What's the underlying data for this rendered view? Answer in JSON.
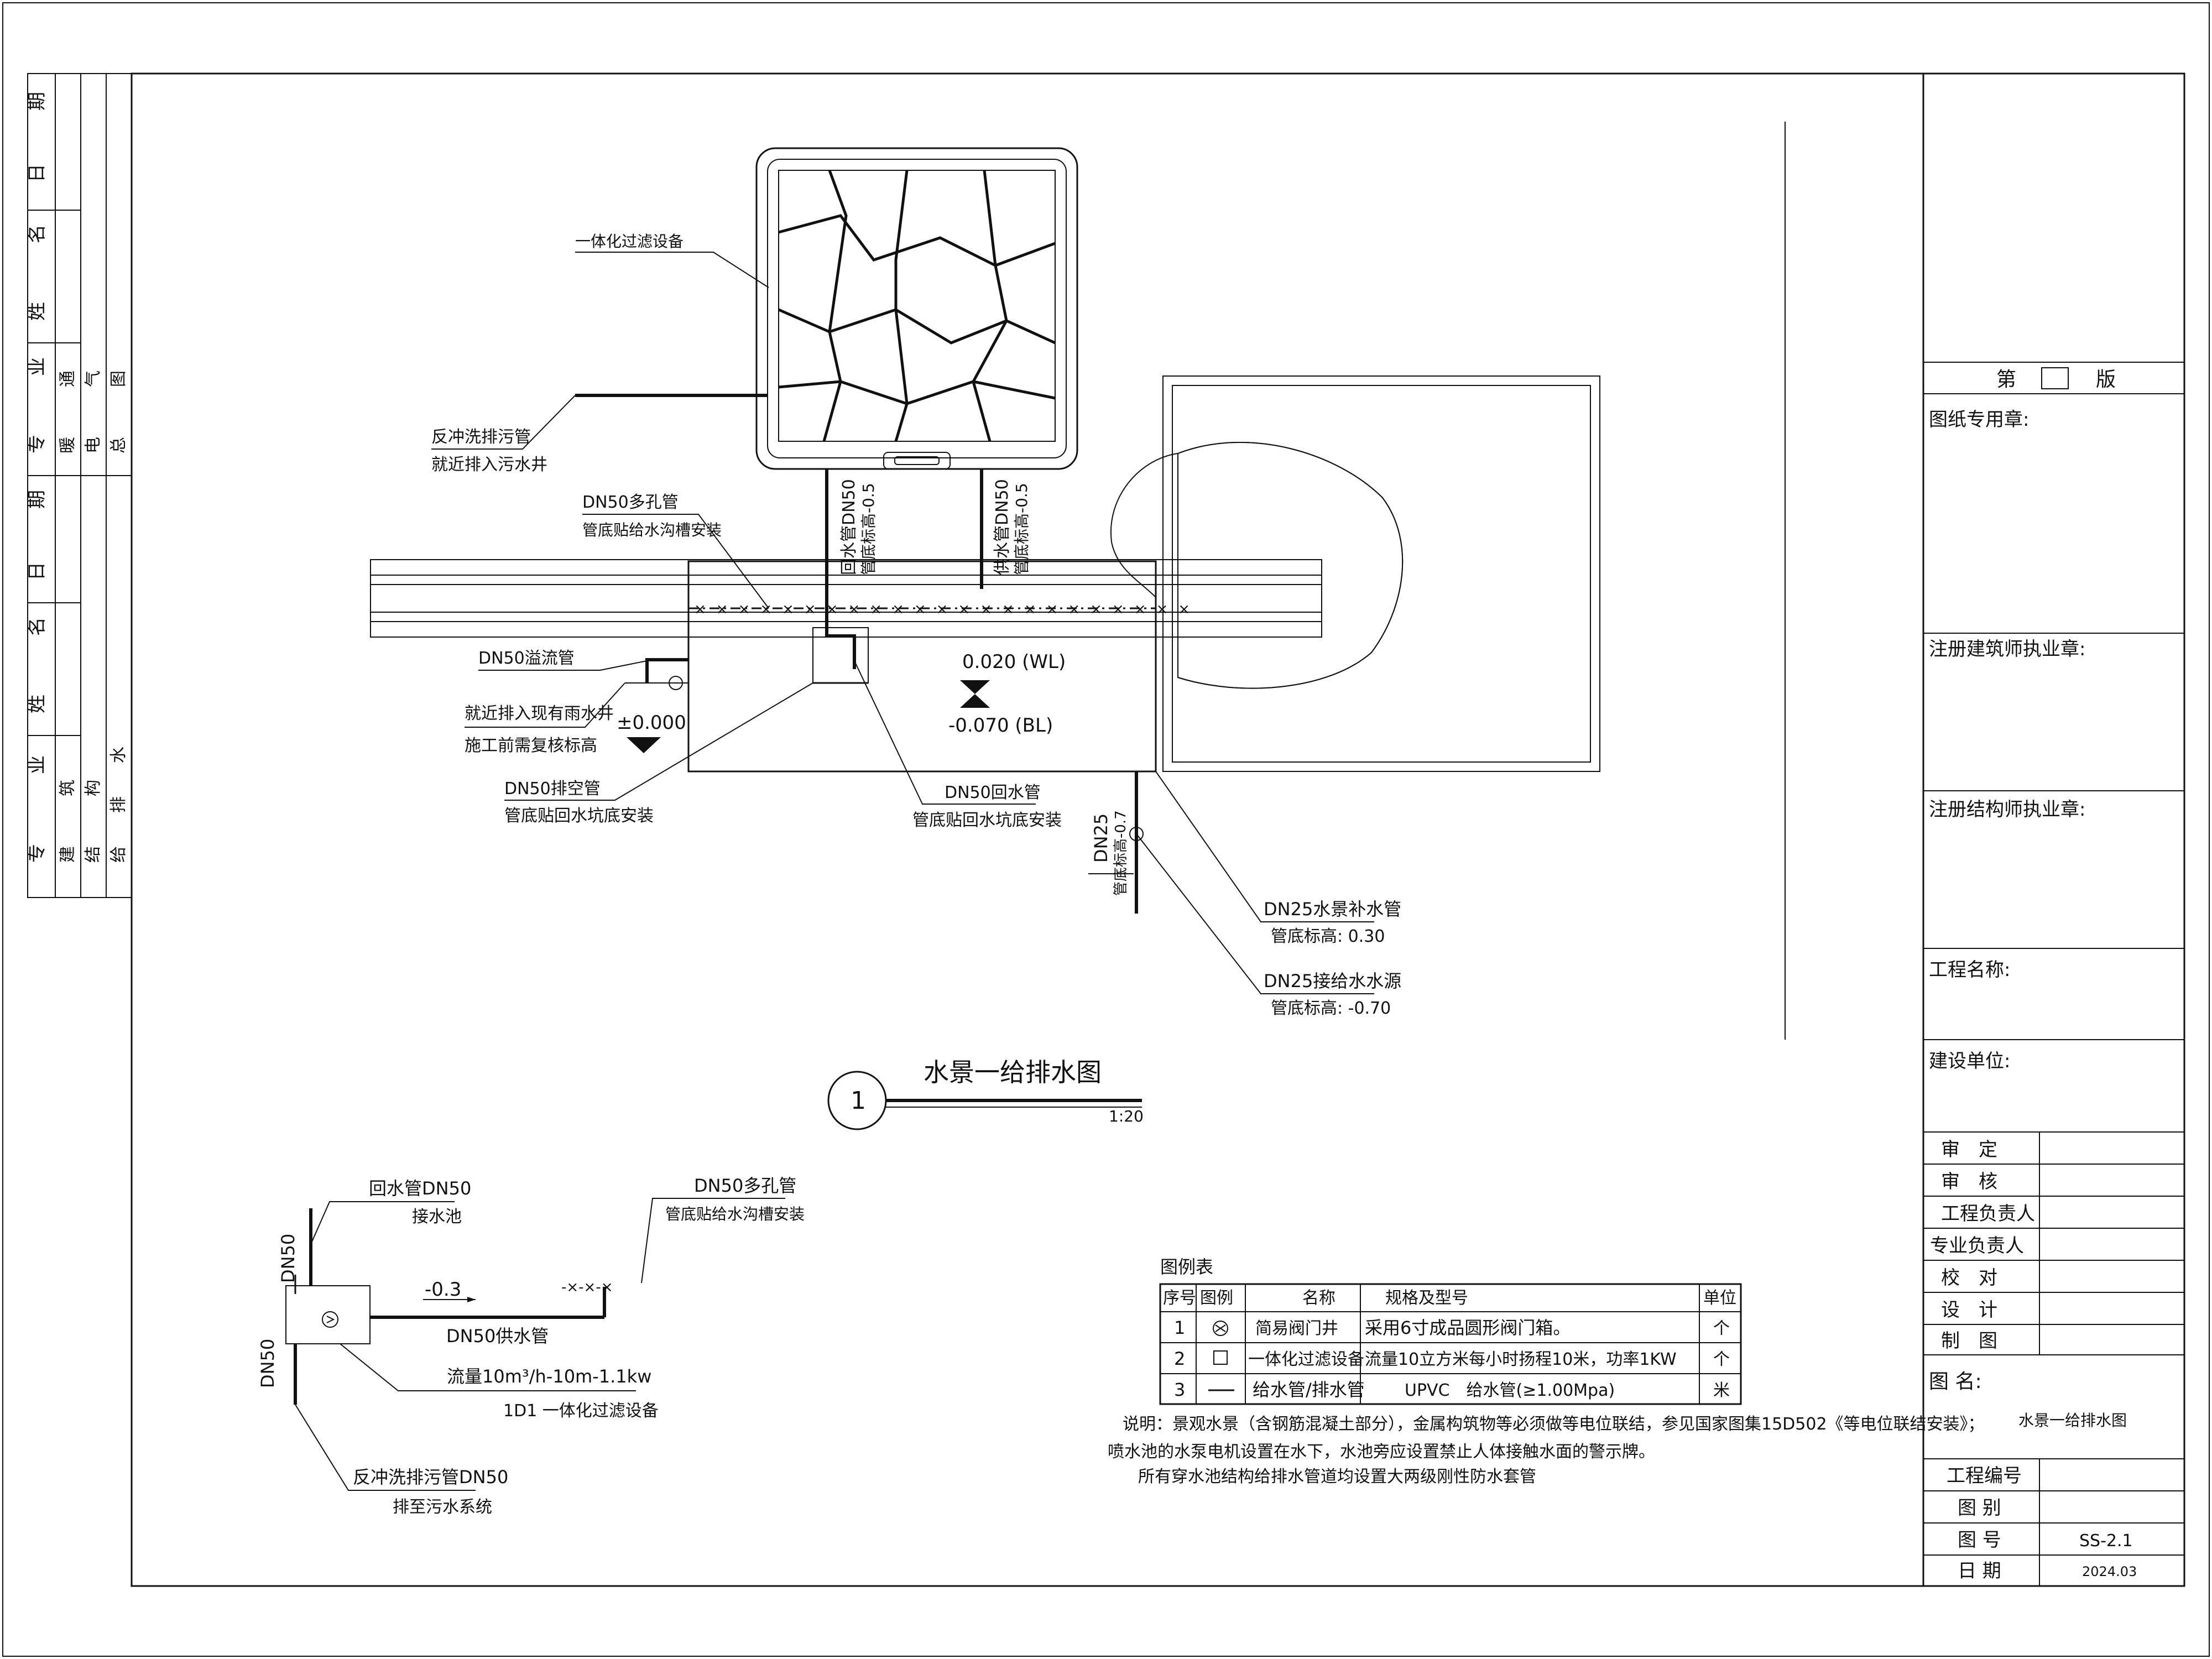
{
  "left_strip": {
    "group1": [
      "期",
      "日",
      "名",
      "姓",
      "业",
      "专"
    ],
    "group1_sub": [
      "暖",
      "通",
      "电",
      "气",
      "总",
      "图"
    ],
    "group2": [
      "期",
      "日",
      "名",
      "姓",
      "业",
      "专"
    ],
    "group2_sub": [
      "建",
      "筑",
      "结",
      "构",
      "给",
      "排",
      "水"
    ]
  },
  "title_block": {
    "edition_prefix": "第",
    "edition_suffix": "版",
    "stamp_label": "图纸专用章:",
    "architect_stamp": "注册建筑师执业章:",
    "structural_stamp": "注册结构师执业章:",
    "project_name_label": "工程名称:",
    "client_label": "建设单位:",
    "signoff_rows": [
      "审　定",
      "审　核",
      "工程负责人",
      "专业负责人",
      "校　对",
      "设　计",
      "制　图"
    ],
    "drawing_name_label": "图 名:",
    "drawing_name": "水景一给排水图",
    "project_no_label": "工程编号",
    "category_label": "图 别",
    "drawing_no_label": "图 号",
    "drawing_no": "SS-2.1",
    "date_label": "日 期",
    "date": "2024.03"
  },
  "plan": {
    "filter_equipment": "一体化过滤设备",
    "backwash_line1": "反冲洗排污管",
    "backwash_line2": "就近排入污水井",
    "perforated_line1": "DN50多孔管",
    "perforated_line2": "管底贴给水沟槽安装",
    "return_pipe_v": "回水管DN50",
    "return_pipe_elev": "管底标高-0.5",
    "supply_pipe_v": "供水管DN50",
    "supply_pipe_elev": "管底标高-0.5",
    "overflow": "DN50溢流管",
    "rain_line1": "就近排入现有雨水井",
    "rain_line2": "施工前需复核标高",
    "datum": "±0.000",
    "wl": "0.020 (WL)",
    "bl": "-0.070 (BL)",
    "drain_line1": "DN50排空管",
    "drain_line2": "管底贴回水坑底安装",
    "return_line1": "DN50回水管",
    "return_line2": "管底贴回水坑底安装",
    "dn25_v": "DN25",
    "dn25_elev": "管底标高-0.7",
    "makeup_line1": "DN25水景补水管",
    "makeup_line2": "管底标高: 0.30",
    "source_line1": "DN25接给水水源",
    "source_line2": "管底标高: -0.70",
    "title_no": "1",
    "title": "水景一给排水图",
    "scale": "1:20"
  },
  "system": {
    "return_line1": "回水管DN50",
    "return_line2": "接水池",
    "perforated_line1": "DN50多孔管",
    "perforated_line2": "管底贴给水沟槽安装",
    "dn50_top": "DN50",
    "dn50_bottom": "DN50",
    "elev": "-0.3",
    "supply": "DN50供水管",
    "flow": "流量10m³/h-10m-1.1kw",
    "equip": "1D1  一体化过滤设备",
    "backwash_line1": "反冲洗排污管DN50",
    "backwash_line2": "排至污水系统",
    "xmarks": "-×-×-×"
  },
  "legend": {
    "title": "图例表",
    "headers": [
      "序号",
      "图例",
      "名称",
      "规格及型号",
      "单位"
    ],
    "rows": [
      {
        "no": "1",
        "name": "简易阀门井",
        "spec": "采用6寸成品圆形阀门箱。",
        "unit": "个"
      },
      {
        "no": "2",
        "name": "一体化过滤设备",
        "spec": "流量10立方米每小时扬程10米，功率1KW",
        "unit": "个"
      },
      {
        "no": "3",
        "name": "给水管/排水管",
        "spec": "UPVC　给水管(≥1.00Mpa)",
        "unit": "米"
      }
    ]
  },
  "notes": {
    "line1": "说明：景观水景（含钢筋混凝土部分），金属构筑物等必须做等电位联结，参见国家图集15D502《等电位联结安装》；",
    "line2": "喷水池的水泵电机设置在水下，水池旁应设置禁止人体接触水面的警示牌。",
    "line3": "所有穿水池结构给排水管道均设置大两级刚性防水套管"
  }
}
